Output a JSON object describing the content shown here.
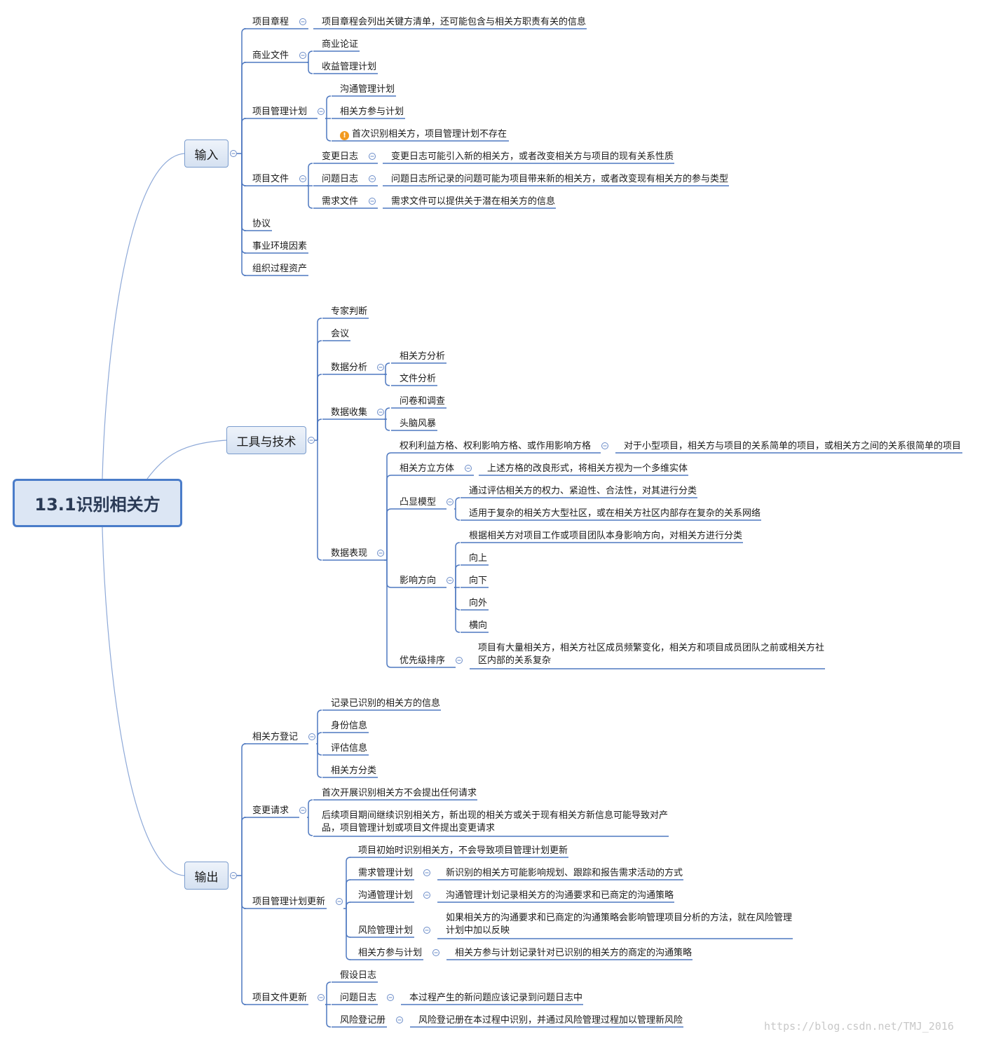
{
  "central": "13.1识别相关方",
  "branches": {
    "input": "输入",
    "tools": "工具与技术",
    "output": "输出"
  },
  "input": {
    "charter": "项目章程",
    "charter_note": "项目章程会列出关键方清单，还可能包含与相关方职责有关的信息",
    "business": "商业文件",
    "business_case": "商业论证",
    "benefits": "收益管理计划",
    "pmp": "项目管理计划",
    "comm_plan": "沟通管理计划",
    "engage_plan": "相关方参与计划",
    "pmp_warning": "首次识别相关方，项目管理计划不存在",
    "docs": "项目文件",
    "change_log": "变更日志",
    "change_log_note": "变更日志可能引入新的相关方，或者改变相关方与项目的现有关系性质",
    "issue_log": "问题日志",
    "issue_log_note": "问题日志所记录的问题可能为项目带来新的相关方，或者改变现有相关方的参与类型",
    "req_docs": "需求文件",
    "req_docs_note": "需求文件可以提供关于潜在相关方的信息",
    "agreements": "协议",
    "eef": "事业环境因素",
    "opa": "组织过程资产"
  },
  "tools": {
    "expert": "专家判断",
    "meetings": "会议",
    "data_analysis": "数据分析",
    "stakeholder_analysis": "相关方分析",
    "doc_analysis": "文件分析",
    "data_gathering": "数据收集",
    "questionnaires": "问卷和调查",
    "brainstorming": "头脑风暴",
    "data_representation": "数据表现",
    "grids": "权利利益方格、权利影响方格、或作用影响方格",
    "grids_note": "对于小型项目，相关方与项目的关系简单的项目，或相关方之间的关系很简单的项目",
    "cube": "相关方立方体",
    "cube_note": "上述方格的改良形式，将相关方视为一个多维实体",
    "salience": "凸显模型",
    "salience_note1": "通过评估相关方的权力、紧迫性、合法性，对其进行分类",
    "salience_note2": "适用于复杂的相关方大型社区，或在相关方社区内部存在复杂的关系网络",
    "influence": "影响方向",
    "influence_note": "根据相关方对项目工作或项目团队本身影响方向，对相关方进行分类",
    "upward": "向上",
    "downward": "向下",
    "outward": "向外",
    "sideward": "横向",
    "prioritization": "优先级排序",
    "prioritization_note_l1": "项目有大量相关方，相关方社区成员频繁变化，相关方和项目成员团队之前或相关方社",
    "prioritization_note_l2": "区内部的关系复杂"
  },
  "output": {
    "register": "相关方登记",
    "reg_info": "记录已识别的相关方的信息",
    "identity": "身份信息",
    "assessment": "评估信息",
    "classification": "相关方分类",
    "change_req": "变更请求",
    "cr_note1": "首次开展识别相关方不会提出任何请求",
    "cr_note2_l1": "后续项目期间继续识别相关方，新出现的相关方或关于现有相关方新信息可能导致对产",
    "cr_note2_l2": "品，项目管理计划或项目文件提出变更请求",
    "pmp_updates": "项目管理计划更新",
    "pmu_note": "项目初始时识别相关方，不会导致项目管理计划更新",
    "req_plan": "需求管理计划",
    "req_plan_note": "新识别的相关方可能影响规划、跟踪和报告需求活动的方式",
    "comm_plan": "沟通管理计划",
    "comm_plan_note": "沟通管理计划记录相关方的沟通要求和已商定的沟通策略",
    "risk_plan": "风险管理计划",
    "risk_plan_note_l1": "如果相关方的沟通要求和已商定的沟通策略会影响管理项目分析的方法，就在风险管理",
    "risk_plan_note_l2": "计划中加以反映",
    "engage_plan": "相关方参与计划",
    "engage_plan_note": "相关方参与计划记录针对已识别的相关方的商定的沟通策略",
    "doc_updates": "项目文件更新",
    "assumption_log": "假设日志",
    "issue_log": "问题日志",
    "issue_log_note": "本过程产生的新问题应该记录到问题日志中",
    "risk_register": "风险登记册",
    "risk_register_note": "风险登记册在本过程中识别，并通过风险管理过程加以管理新风险"
  },
  "watermark": "https://blog.csdn.net/TMJ_2016",
  "colors": {
    "line": "#4f79c0",
    "curve": "#8ea9d8",
    "node_border": "#7a9ccd",
    "collapse": "#6b8cc8",
    "warning": "#f29a1f"
  }
}
